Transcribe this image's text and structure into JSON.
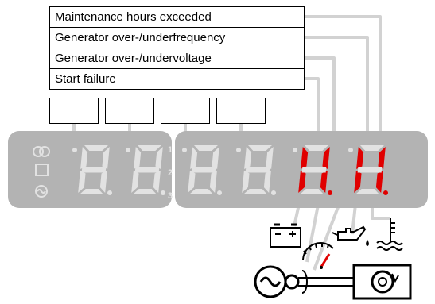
{
  "fault_labels": [
    "Maintenance hours exceeded",
    "Generator over-/underfrequency",
    "Generator over-/undervoltage",
    "Start failure"
  ],
  "display": {
    "digits": [
      {
        "lit": false,
        "segments": "all"
      },
      {
        "lit": false,
        "segments": "all"
      },
      {
        "lit": false,
        "segments": "all"
      },
      {
        "lit": false,
        "segments": "all"
      },
      {
        "lit": true,
        "segments": "b,c,e,f"
      },
      {
        "lit": true,
        "segments": "b,c,e,f"
      }
    ],
    "row_numbers": [
      "1",
      "2",
      "3"
    ]
  },
  "icons": [
    "dual-circle-icon",
    "square-icon",
    "sine-wave-icon",
    "battery-icon",
    "oil-can-icon",
    "coolant-temperature-icon",
    "speed-gauge-icon",
    "generator-icon",
    "engine-rotation-icon"
  ],
  "colors": {
    "panel": "#b3b3b3",
    "segment_unlit": "#e2e2e2",
    "segment_lit": "#e00000",
    "leader_fill": "#d2d2d2",
    "leader_edge": "#ffffff"
  }
}
